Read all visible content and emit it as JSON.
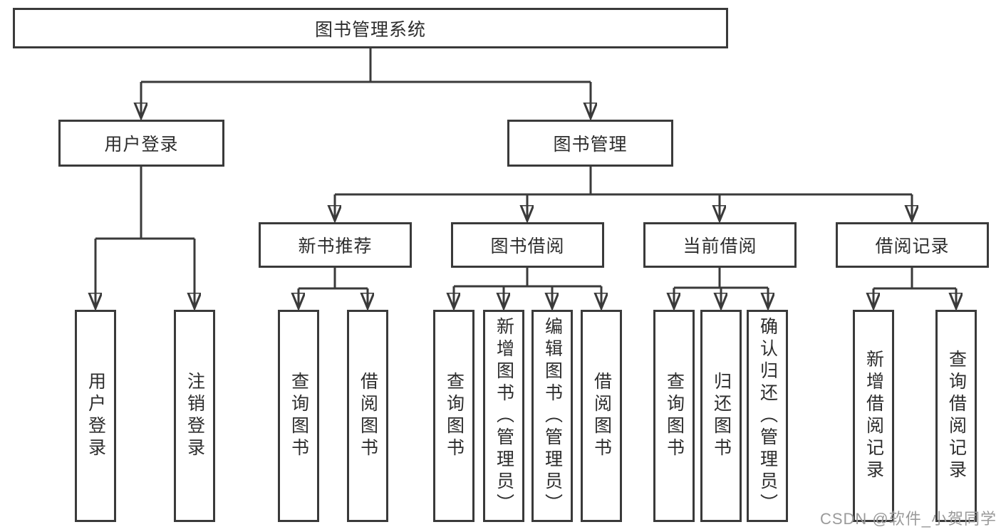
{
  "colors": {
    "line": "#3a3a3a",
    "text": "#2d2d2d",
    "background": "#ffffff",
    "watermark": "#9a9a9a"
  },
  "tree": {
    "label": "图书管理系统",
    "children": [
      {
        "label": "用户登录",
        "children": [
          {
            "label": "用户登录"
          },
          {
            "label": "注销登录"
          }
        ]
      },
      {
        "label": "图书管理",
        "children": [
          {
            "label": "新书推荐",
            "children": [
              {
                "label": "查询图书"
              },
              {
                "label": "借阅图书"
              }
            ]
          },
          {
            "label": "图书借阅",
            "children": [
              {
                "label": "查询图书"
              },
              {
                "label": "新增图书（管理员）"
              },
              {
                "label": "编辑图书（管理员）"
              },
              {
                "label": "借阅图书"
              }
            ]
          },
          {
            "label": "当前借阅",
            "children": [
              {
                "label": "查询图书"
              },
              {
                "label": "归还图书"
              },
              {
                "label": "确认归还（管理员）"
              }
            ]
          },
          {
            "label": "借阅记录",
            "children": [
              {
                "label": "新增借阅记录"
              },
              {
                "label": "查询借阅记录"
              }
            ]
          }
        ]
      }
    ]
  },
  "watermark": {
    "text": "CSDN @软件_小贺同学"
  }
}
